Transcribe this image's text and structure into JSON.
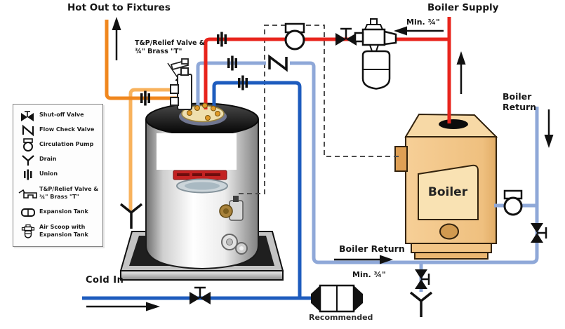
{
  "labels": {
    "hot_out": "Hot Out to Fixtures",
    "boiler_supply": "Boiler Supply",
    "min_top": "Min. ¾\"",
    "tp_valve": "T&P/Relief Valve &\n¾\" Brass \"T\"",
    "boiler_return_top": "Boiler Return",
    "boiler_return_bottom": "Boiler Return",
    "min_bottom": "Min. ¾\"",
    "cold_in": "Cold In",
    "recommended": "Recommended",
    "boiler": "Boiler"
  },
  "legend": {
    "items": [
      {
        "icon": "shutoff-valve-icon",
        "label": "Shut-off Valve"
      },
      {
        "icon": "flow-check-valve-icon",
        "label": "Flow Check Valve"
      },
      {
        "icon": "circulation-pump-icon",
        "label": "Circulation Pump"
      },
      {
        "icon": "drain-icon",
        "label": "Drain"
      },
      {
        "icon": "union-icon",
        "label": "Union"
      },
      {
        "icon": "tp-relief-valve-icon",
        "label": "T&P/Relief Valve &\n¾\" Brass \"T\""
      },
      {
        "icon": "expansion-tank-icon",
        "label": "Expansion Tank"
      },
      {
        "icon": "air-scoop-icon",
        "label": "Air Scoop with\nExpansion Tank"
      }
    ]
  },
  "colors": {
    "hot_pipe": "#F0871E",
    "tp_discharge_pipe": "#F8B25C",
    "boiler_supply_pipe": "#E8241C",
    "boiler_return_pipe": "#8FA8D8",
    "cold_pipe": "#1E5CBE",
    "boiler_body": "#F4C887",
    "boiler_panel": "#F9E2B3",
    "dashed_control": "#4D4D4D"
  }
}
